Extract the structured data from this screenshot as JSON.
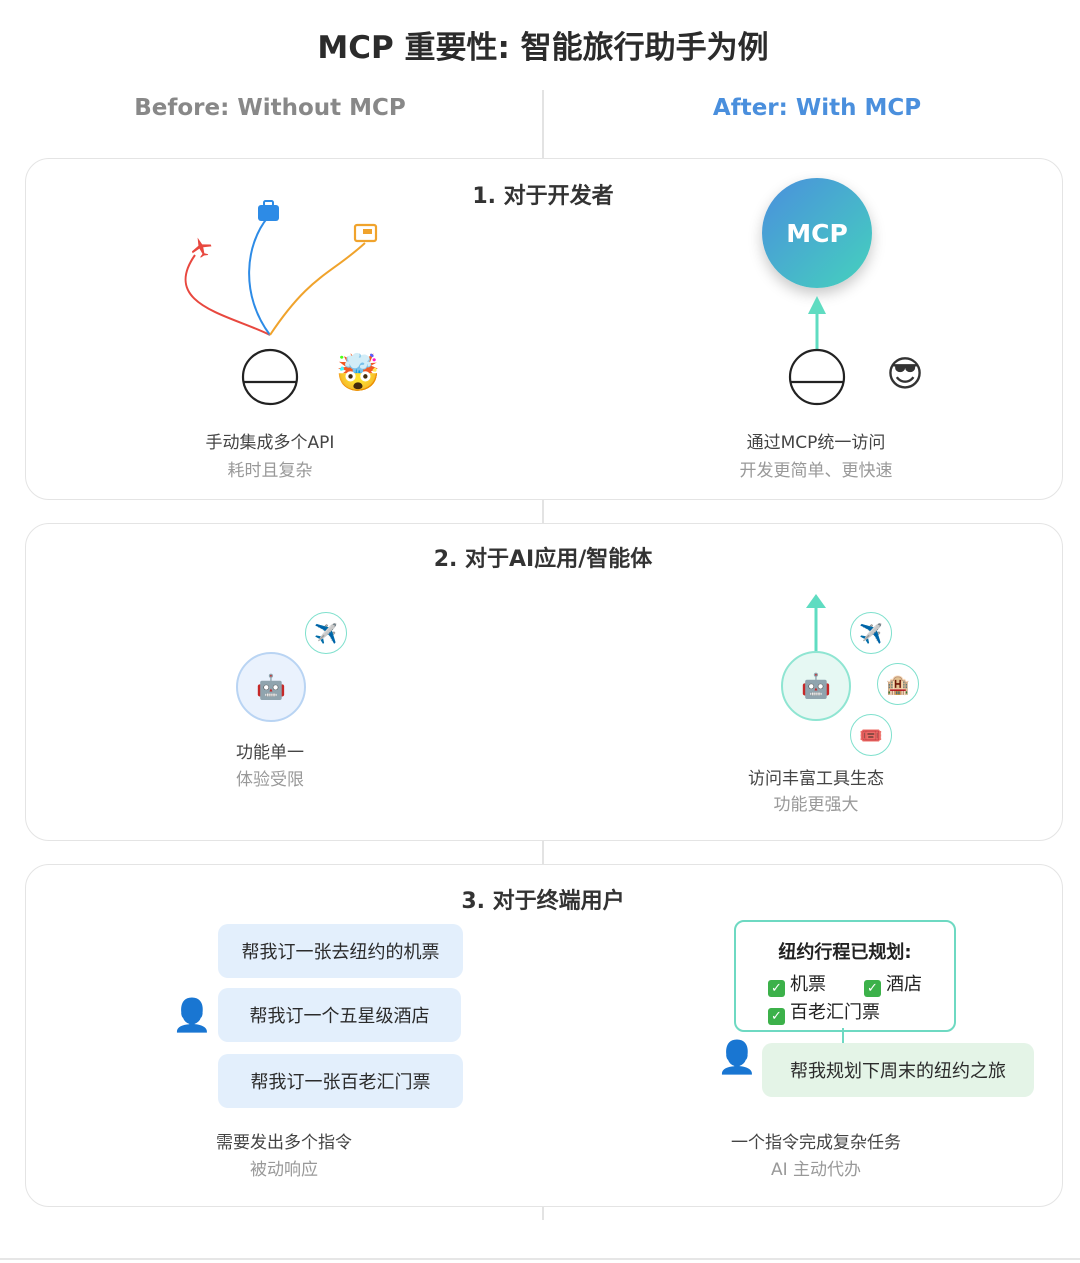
{
  "title": "MCP 重要性: 智能旅行助手为例",
  "columns": {
    "before": "Before: Without MCP",
    "after": "After: With MCP"
  },
  "colors": {
    "after_accent": "#4a8fdd",
    "mcp_gradient_start": "#4a8fdd",
    "mcp_gradient_end": "#45d2bd",
    "teal": "#5fdcc1",
    "red": "#e8483f",
    "blue": "#2d8be6",
    "orange": "#f0a32c"
  },
  "section1": {
    "title": "1. 对于开发者",
    "before": {
      "caption": "手动集成多个API",
      "sub": "耗时且复杂",
      "emoji": "🤯",
      "icons": [
        "airplane-icon",
        "briefcase-icon",
        "card-icon"
      ]
    },
    "after": {
      "badge": "MCP",
      "caption": "通过MCP统一访问",
      "sub": "开发更简单、更快速",
      "emoji": "😎"
    }
  },
  "section2": {
    "title": "2. 对于AI应用/智能体",
    "before": {
      "caption": "功能单一",
      "sub": "体验受限",
      "agent_emoji": "🤖",
      "tool_emoji": "✈️"
    },
    "after": {
      "caption": "访问丰富工具生态",
      "sub": "功能更强大",
      "agent_emoji": "🤖",
      "tools": [
        "✈️",
        "🏨",
        "🎟️"
      ]
    }
  },
  "section3": {
    "title": "3. 对于终端用户",
    "before": {
      "person_emoji": "👤",
      "messages": [
        "帮我订一张去纽约的机票",
        "帮我订一个五星级酒店",
        "帮我订一张百老汇门票"
      ],
      "caption": "需要发出多个指令",
      "sub": "被动响应"
    },
    "after": {
      "person_emoji": "👤",
      "plan_title": "纽约行程已规划:",
      "plan_items": [
        "机票",
        "酒店",
        "百老汇门票"
      ],
      "check_mark": "✓",
      "message": "帮我规划下周末的纽约之旅",
      "caption": "一个指令完成复杂任务",
      "sub": "AI 主动代办"
    }
  }
}
